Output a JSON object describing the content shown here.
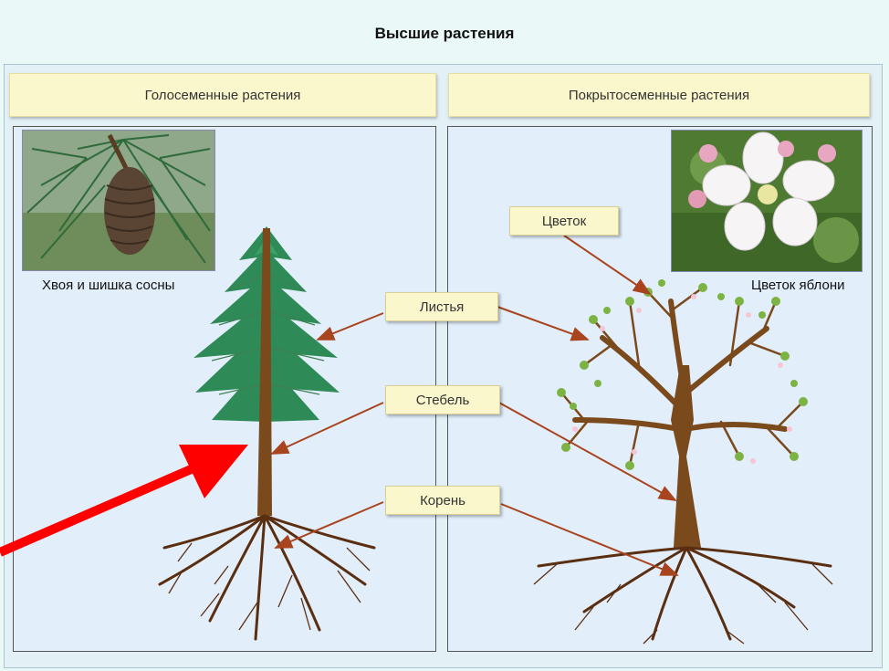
{
  "title": "Высшие растения",
  "sections": {
    "gymnosperms": {
      "header": "Голосеменные растения",
      "photo_caption": "Хвоя и шишка сосны"
    },
    "angiosperms": {
      "header": "Покрытосеменные растения",
      "photo_caption": "Цветок яблони"
    }
  },
  "labels": {
    "flower": "Цветок",
    "leaves": "Листья",
    "stem": "Стебель",
    "root": "Корень"
  },
  "colors": {
    "arrow": "#a8441e",
    "pointer": "#ff0000",
    "trunk": "#6b3a12",
    "needle": "#2e8b57",
    "leaf": "#7cb342",
    "blossom": "#f6c6d6"
  }
}
